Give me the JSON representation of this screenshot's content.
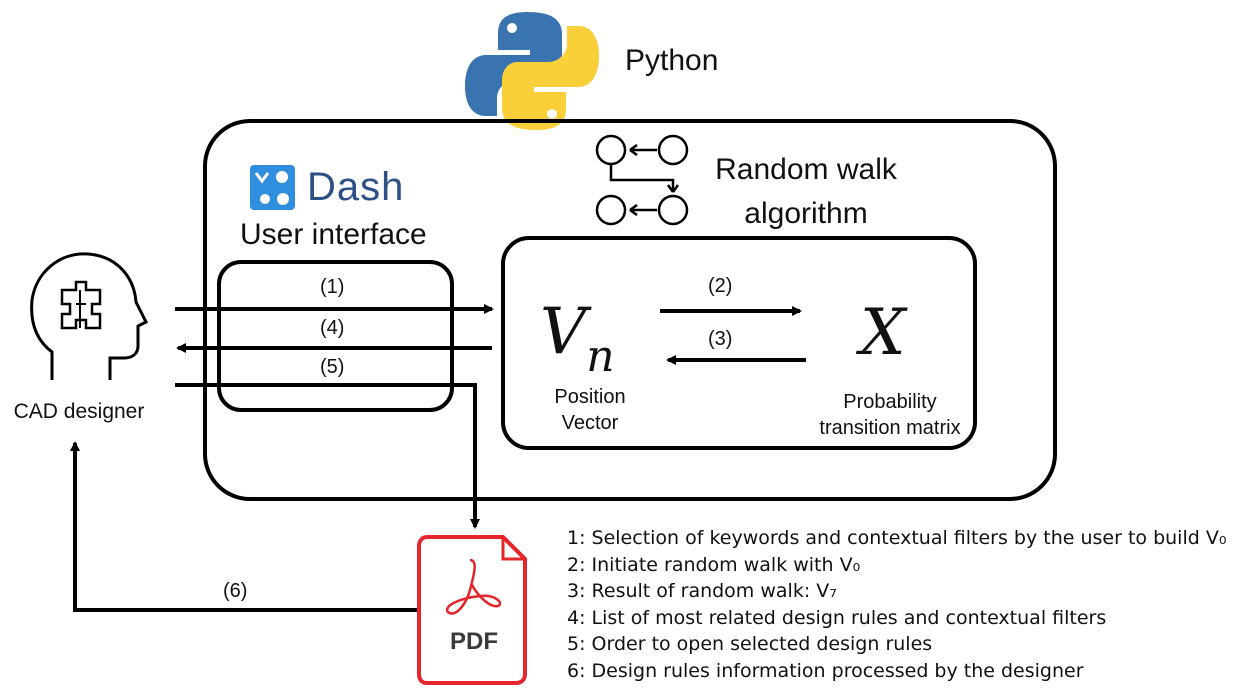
{
  "python_label": "Python",
  "dash_label": "Dash",
  "ui_label": "User interface",
  "random_walk_line1": "Random walk",
  "random_walk_line2": "algorithm",
  "steps": {
    "s1": "(1)",
    "s2": "(2)",
    "s3": "(3)",
    "s4": "(4)",
    "s5": "(5)",
    "s6": "(6)"
  },
  "vn": {
    "base": "V",
    "sub": "n",
    "caption_line1": "Position",
    "caption_line2": "Vector"
  },
  "x": {
    "symbol": "X",
    "caption_line1": "Probability",
    "caption_line2": "transition matrix"
  },
  "cad_label": "CAD designer",
  "pdf_label": "PDF",
  "legend": [
    "1: Selection of keywords and contextual filters by the user to build V₀",
    "2: Initiate random walk with V₀",
    "3: Result of random walk: V₇",
    "4: List of most related design rules and contextual filters",
    "5: Order to open selected design rules",
    "6: Design rules information processed by the designer"
  ],
  "colors": {
    "python_blue": "#3a74b0",
    "python_yellow": "#f9cf3a",
    "dash_blue": "#2f8fde",
    "pdf_red": "#e5242b"
  },
  "icons": [
    "python-logo-icon",
    "dash-logo-icon",
    "graph-nodes-icon",
    "head-puzzle-icon",
    "pdf-file-icon"
  ]
}
